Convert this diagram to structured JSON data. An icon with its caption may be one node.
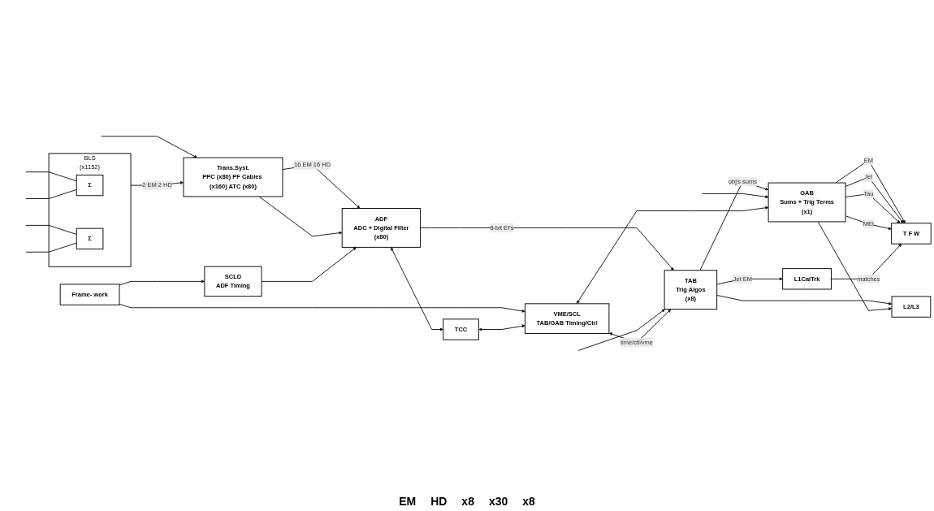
{
  "diagram": {
    "nodes": [
      {
        "text": [
          "Frame- work"
        ]
      },
      {
        "text": [
          "SCLD",
          "ADF Timing"
        ]
      },
      {
        "text": [
          "VME/SCL",
          "TAB/GAB Timing/Ctrl"
        ]
      },
      {
        "text": [
          "TCC"
        ]
      },
      {
        "text": [
          "L2/L3"
        ]
      },
      {
        "text": [
          "BLS",
          "(x1152)"
        ]
      },
      {
        "text": [
          "Σ"
        ],
        "in": 5
      },
      {
        "text": [
          "Σ"
        ],
        "in": 5
      },
      {
        "text": [
          "Trans.Syst.",
          "PPC (x80) PF Cables (x160) ATC (x80)"
        ]
      },
      {
        "text": [
          "ADF",
          "ADC + Digital Filter",
          "(x80)"
        ]
      },
      {
        "text": [
          "TAB",
          "Trig Algos",
          "(x8)"
        ]
      },
      {
        "text": [
          "GAB",
          "Sums + Trig Terms",
          "(x1)"
        ]
      },
      {
        "text": [
          "T F W"
        ]
      },
      {
        "text": [
          "L1CalTrk"
        ]
      }
    ],
    "edges": [
      {
        "from": null,
        "to": 6,
        "arrow": "none"
      },
      {
        "from": null,
        "to": 6,
        "arrow": "none"
      },
      {
        "from": null,
        "to": 7,
        "arrow": "none"
      },
      {
        "from": null,
        "to": 7,
        "arrow": "none"
      },
      {
        "from": 5,
        "to": 8,
        "arrow": "to",
        "label": "2 EM 2 HD"
      },
      {
        "from": null,
        "to": 8,
        "arrow": "to"
      },
      {
        "from": 8,
        "to": 9,
        "arrow": "to",
        "label": "16 EM 16 HD"
      },
      {
        "from": 8,
        "to": 9,
        "arrow": "to"
      },
      {
        "from": 9,
        "to": 10,
        "arrow": "to",
        "label": "8-bit Et's"
      },
      {
        "from": null,
        "to": 10,
        "arrow": "to"
      },
      {
        "from": 10,
        "to": 11,
        "arrow": "to",
        "label": "obj's sums"
      },
      {
        "from": null,
        "to": 11,
        "arrow": "to"
      },
      {
        "from": 11,
        "to": 12,
        "arrow": "to",
        "label": "EM"
      },
      {
        "from": 11,
        "to": 12,
        "arrow": "to",
        "label": "Jet"
      },
      {
        "from": 11,
        "to": 12,
        "arrow": "to",
        "label": "Tau"
      },
      {
        "from": 11,
        "to": 12,
        "arrow": "to",
        "label": "MEt"
      },
      {
        "from": 0,
        "to": 1,
        "arrow": "to"
      },
      {
        "from": 0,
        "to": 2,
        "arrow": "to"
      },
      {
        "from": 1,
        "to": 9,
        "arrow": "to"
      },
      {
        "from": 9,
        "to": 3,
        "arrow": "both"
      },
      {
        "from": 3,
        "to": 2,
        "arrow": "both"
      },
      {
        "from": 2,
        "to": 10,
        "arrow": "both",
        "label": "time/ctl/vme"
      },
      {
        "from": 2,
        "to": 11,
        "arrow": "both"
      },
      {
        "from": 10,
        "to": 4,
        "arrow": "to"
      },
      {
        "from": 11,
        "to": 4,
        "arrow": "to"
      },
      {
        "from": 10,
        "to": 13,
        "arrow": "to",
        "label": "Jet EM"
      },
      {
        "from": 13,
        "to": 12,
        "arrow": "to",
        "label": "matches"
      }
    ],
    "labels": [
      "EM",
      "HD",
      "x8",
      "x30",
      "x8"
    ]
  }
}
